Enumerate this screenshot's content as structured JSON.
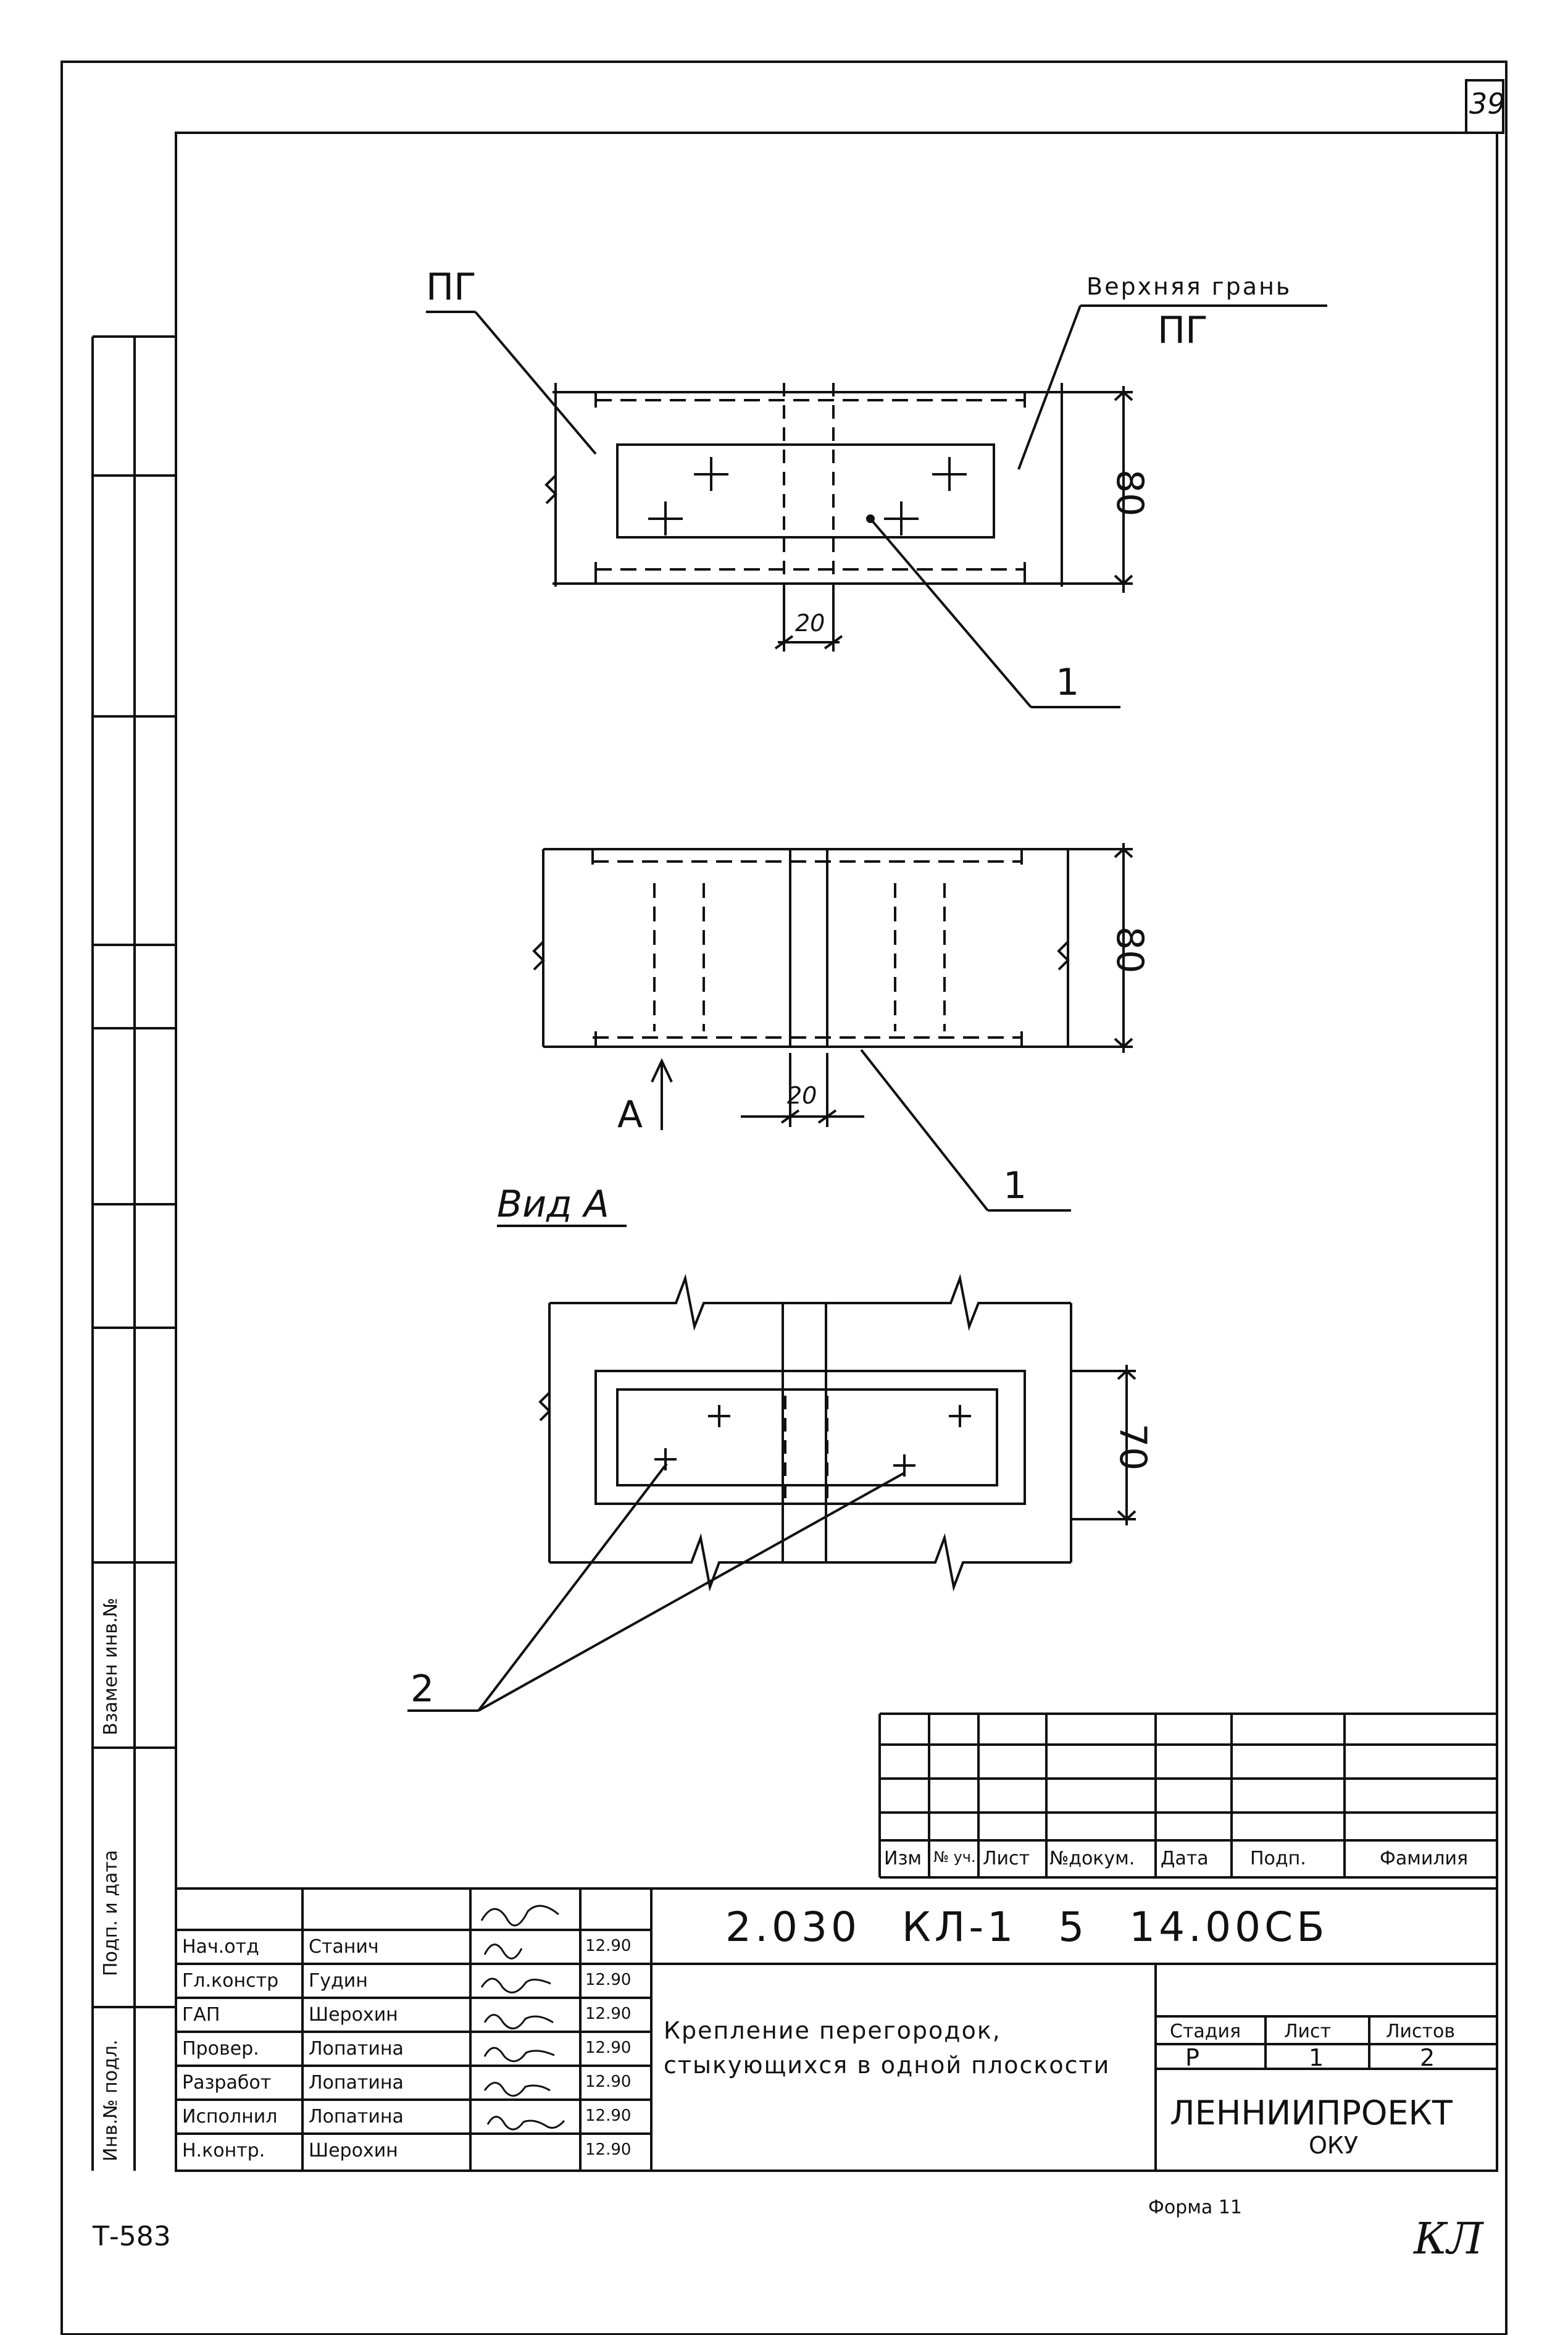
{
  "sheet_number": "39",
  "views": {
    "top": {
      "label_pg": "ПГ",
      "label_upper_face_line1": "Верхняя грань",
      "label_upper_face_line2": "ПГ",
      "dim_height": "80",
      "dim_gap": "20",
      "callout": "1"
    },
    "middle": {
      "dim_height": "80",
      "dim_gap": "20",
      "callout": "1",
      "view_arrow": "А"
    },
    "bottom": {
      "title": "Вид А",
      "dim_height": "70",
      "callout": "2"
    }
  },
  "revision_table": {
    "headers": [
      "Изм",
      "№ уч.",
      "Лист",
      "№докум.",
      "Дата",
      "Подп.",
      "Фамилия"
    ]
  },
  "title_block": {
    "document_code": "2.030 КЛ-1 5 14.00СБ",
    "description": "Крепление перегородок, стыкующихся в одной плоскости",
    "stage_label": "Стадия",
    "stage_value": "Р",
    "sheet_label": "Лист",
    "sheet_value": "1",
    "sheets_label": "Листов",
    "sheets_value": "2",
    "organization": "ЛЕННИИПРОЕКТ",
    "department": "ОКУ",
    "signatures": [
      {
        "role": "Нач.отд",
        "name": "Станич",
        "date": "12.90"
      },
      {
        "role": "Гл.констр",
        "name": "Гудин",
        "date": "12.90"
      },
      {
        "role": "ГАП",
        "name": "Шерохин",
        "date": "12.90"
      },
      {
        "role": "Провер.",
        "name": "Лопатина",
        "date": "12.90"
      },
      {
        "role": "Разработ",
        "name": "Лопатина",
        "date": "12.90"
      },
      {
        "role": "Исполнил",
        "name": "Лопатина",
        "date": "12.90"
      },
      {
        "role": "Н.контр.",
        "name": "Шерохин",
        "date": "12.90"
      }
    ]
  },
  "side_labels": {
    "replace_inv": "Взамен инв.№",
    "sign_date": "Подп. и дата",
    "inv_orig": "Инв.№ подл."
  },
  "footer": {
    "code": "Т-583",
    "format": "Форма 11",
    "initials": "КЛ"
  }
}
